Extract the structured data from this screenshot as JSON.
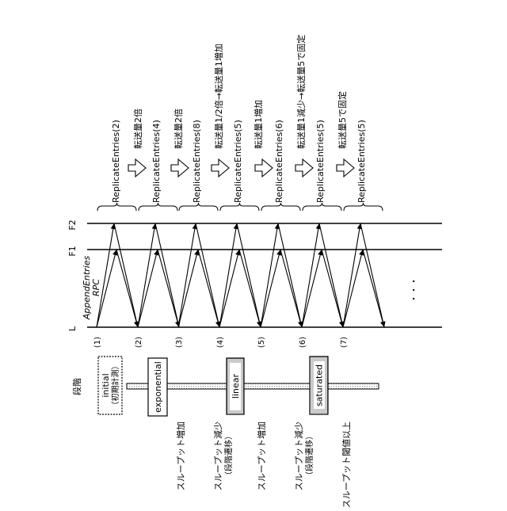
{
  "rpc_labels": [
    "ReplicateEntries(2)",
    "ReplicateEntries(4)",
    "ReplicateEntries(8)",
    "ReplicateEntries(5)",
    "ReplicateEntries(6)",
    "ReplicateEntries(5)",
    "ReplicateEntries(5)"
  ],
  "transition_notes": [
    "転送量2倍",
    "転送量2倍",
    "転送量1/2倍→転送量1増加",
    "転送量1増加",
    "転送量1減少→転送量5で固定",
    "転送量5で固定"
  ],
  "node_labels": {
    "leader": "L",
    "follower1": "F1",
    "follower2": "F2"
  },
  "rpc_caption_line1": "AppendEntries",
  "rpc_caption_line2": "RPC",
  "continuation": "・・・",
  "step_numbers": [
    "(1)",
    "(2)",
    "(3)",
    "(4)",
    "(5)",
    "(6)",
    "(7)"
  ],
  "phase_title": "段階",
  "phases": [
    {
      "line1": "initial",
      "line2": "（初期計測）"
    },
    {
      "line1": "exponential",
      "line2": ""
    },
    {
      "line1": "linear",
      "line2": ""
    },
    {
      "line1": "saturated",
      "line2": ""
    }
  ],
  "throughput_notes": [
    {
      "line1": "スループット増加",
      "line2": ""
    },
    {
      "line1": "スループット減少",
      "line2": "（段階遷移）"
    },
    {
      "line1": "スループット増加",
      "line2": ""
    },
    {
      "line1": "スループット減少",
      "line2": "（段階遷移）"
    },
    {
      "line1": "スループット閾値以上",
      "line2": ""
    }
  ]
}
